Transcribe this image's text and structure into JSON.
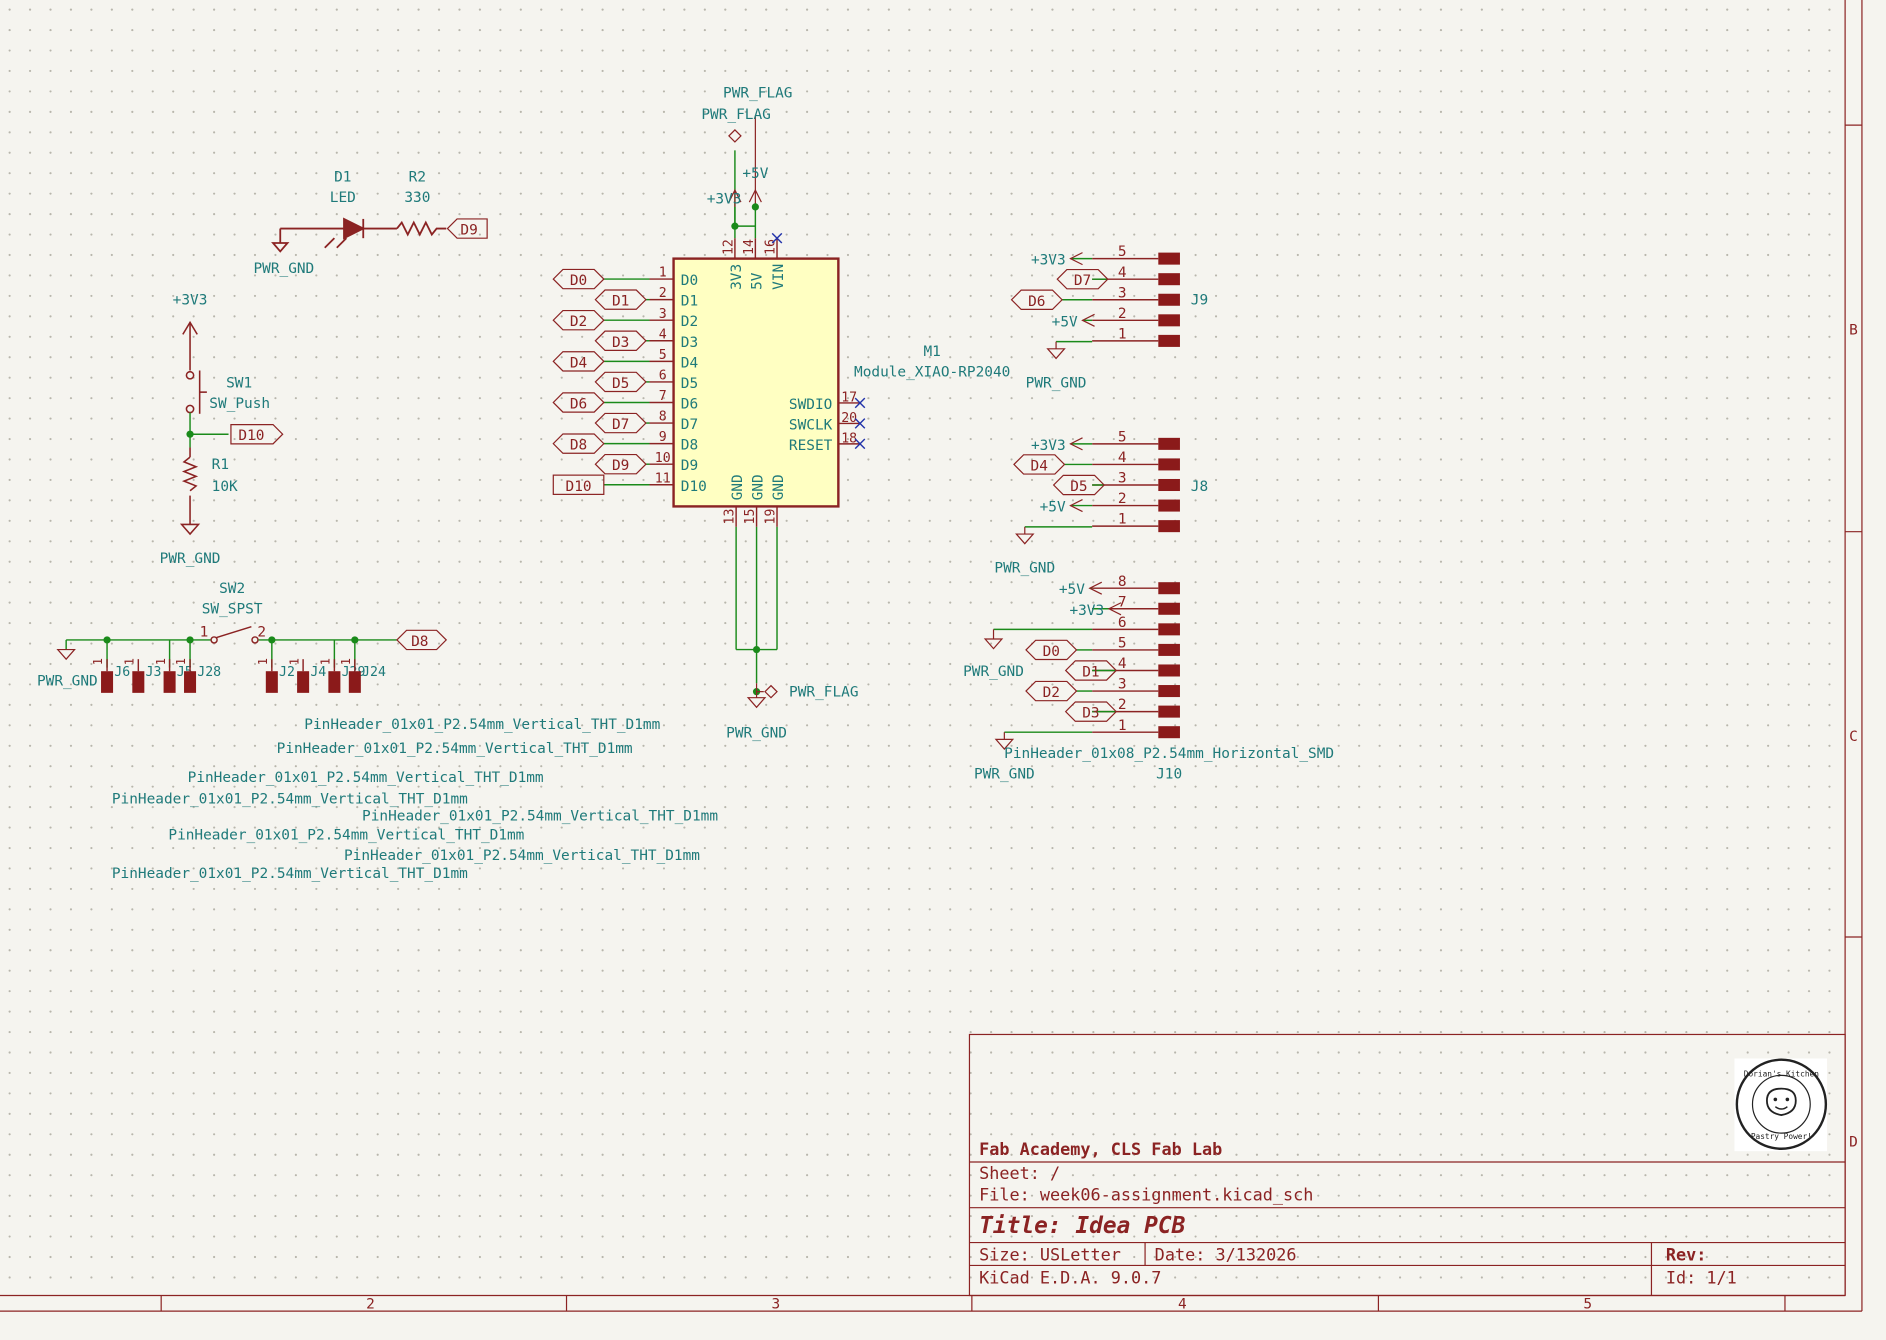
{
  "title_block": {
    "company": "Fab Academy, CLS Fab Lab",
    "sheet": "Sheet: /",
    "file": "File: week06-assignment.kicad_sch",
    "title": "Title: Idea PCB",
    "size": "Size: USLetter",
    "date": "Date: 3/132026",
    "tool": "KiCad E.D.A. 9.0.7",
    "rev": "Rev:",
    "id": "Id: 1/1",
    "logo_text_top": "Dorian's Kitchen",
    "logo_text_bottom": "Pastry Power!"
  },
  "border": {
    "columns": [
      "2",
      "3",
      "4",
      "5"
    ],
    "rows": [
      "B",
      "C",
      "D"
    ]
  },
  "m1": {
    "ref": "M1",
    "value": "Module_XIAO-RP2040",
    "left_pins": [
      {
        "num": "1",
        "name": "D0"
      },
      {
        "num": "2",
        "name": "D1"
      },
      {
        "num": "3",
        "name": "D2"
      },
      {
        "num": "4",
        "name": "D3"
      },
      {
        "num": "5",
        "name": "D4"
      },
      {
        "num": "6",
        "name": "D5"
      },
      {
        "num": "7",
        "name": "D6"
      },
      {
        "num": "8",
        "name": "D7"
      },
      {
        "num": "9",
        "name": "D8"
      },
      {
        "num": "10",
        "name": "D9"
      },
      {
        "num": "11",
        "name": "D10"
      }
    ],
    "top_pins": [
      {
        "num": "12",
        "name": "3V3"
      },
      {
        "num": "14",
        "name": "5V"
      },
      {
        "num": "16",
        "name": "VIN"
      }
    ],
    "right_pins": [
      {
        "num": "17",
        "name": "SWDIO"
      },
      {
        "num": "20",
        "name": "SWCLK"
      },
      {
        "num": "18",
        "name": "RESET"
      }
    ],
    "bottom_pins": [
      {
        "num": "13",
        "name": "GND"
      },
      {
        "num": "15",
        "name": "GND"
      },
      {
        "num": "19",
        "name": "GND"
      }
    ],
    "left_labels": [
      "D0",
      "D1",
      "D2",
      "D3",
      "D4",
      "D5",
      "D6",
      "D7",
      "D8",
      "D9",
      "D10"
    ]
  },
  "power": {
    "pwr_flag": "PWR_FLAG",
    "v3v3": "+3V3",
    "v5": "+5V",
    "pwr_gnd": "PWR_GND"
  },
  "d1": {
    "ref": "D1",
    "value": "LED",
    "label": "D9"
  },
  "r2": {
    "ref": "R2",
    "value": "330"
  },
  "sw1": {
    "ref": "SW1",
    "value": "SW_Push",
    "label": "D10"
  },
  "r1": {
    "ref": "R1",
    "value": "10K"
  },
  "sw2": {
    "ref": "SW2",
    "value": "SW_SPST",
    "pin1": "1",
    "pin2": "2",
    "label": "D8"
  },
  "j9": {
    "ref": "J9",
    "labels": [
      "+3V3",
      "D7",
      "D6",
      "+5V",
      ""
    ],
    "pins": [
      "5",
      "4",
      "3",
      "2",
      "1"
    ]
  },
  "j8": {
    "ref": "J8",
    "labels": [
      "+3V3",
      "D4",
      "D5",
      "+5V",
      ""
    ],
    "pins": [
      "5",
      "4",
      "3",
      "2",
      "1"
    ]
  },
  "j10": {
    "ref": "J10",
    "value": "PinHeader_01x08_P2.54mm_Horizontal_SMD",
    "labels": [
      "+5V",
      "+3V3",
      "",
      "D0",
      "D1",
      "D2",
      "D3",
      ""
    ],
    "pins": [
      "8",
      "7",
      "6",
      "5",
      "4",
      "3",
      "2",
      "1"
    ]
  },
  "single_headers": {
    "refs": [
      "J6",
      "J3",
      "J5",
      "J28",
      "J2",
      "J4",
      "J29",
      "J24"
    ],
    "pin": "1",
    "values": [
      "PinHeader_01x01_P2.54mm_Vertical_THT_D1mm",
      "PinHeader_01x01_P2.54mm_Vertical_THT_D1mm",
      "PinHeader_01x01_P2.54mm_Vertical_THT_D1mm",
      "PinHeader_01x01_P2.54mm_Vertical_THT_D1mm",
      "PinHeader_01x01_P2.54mm_Vertical_THT_D1mm",
      "PinHeader_01x01_P2.54mm_Vertical_THT_D1mm",
      "PinHeader_01x01_P2.54mm_Vertical_THT_D1mm",
      "PinHeader_01x01_P2.54mm_Vertical_THT_D1mm"
    ]
  }
}
